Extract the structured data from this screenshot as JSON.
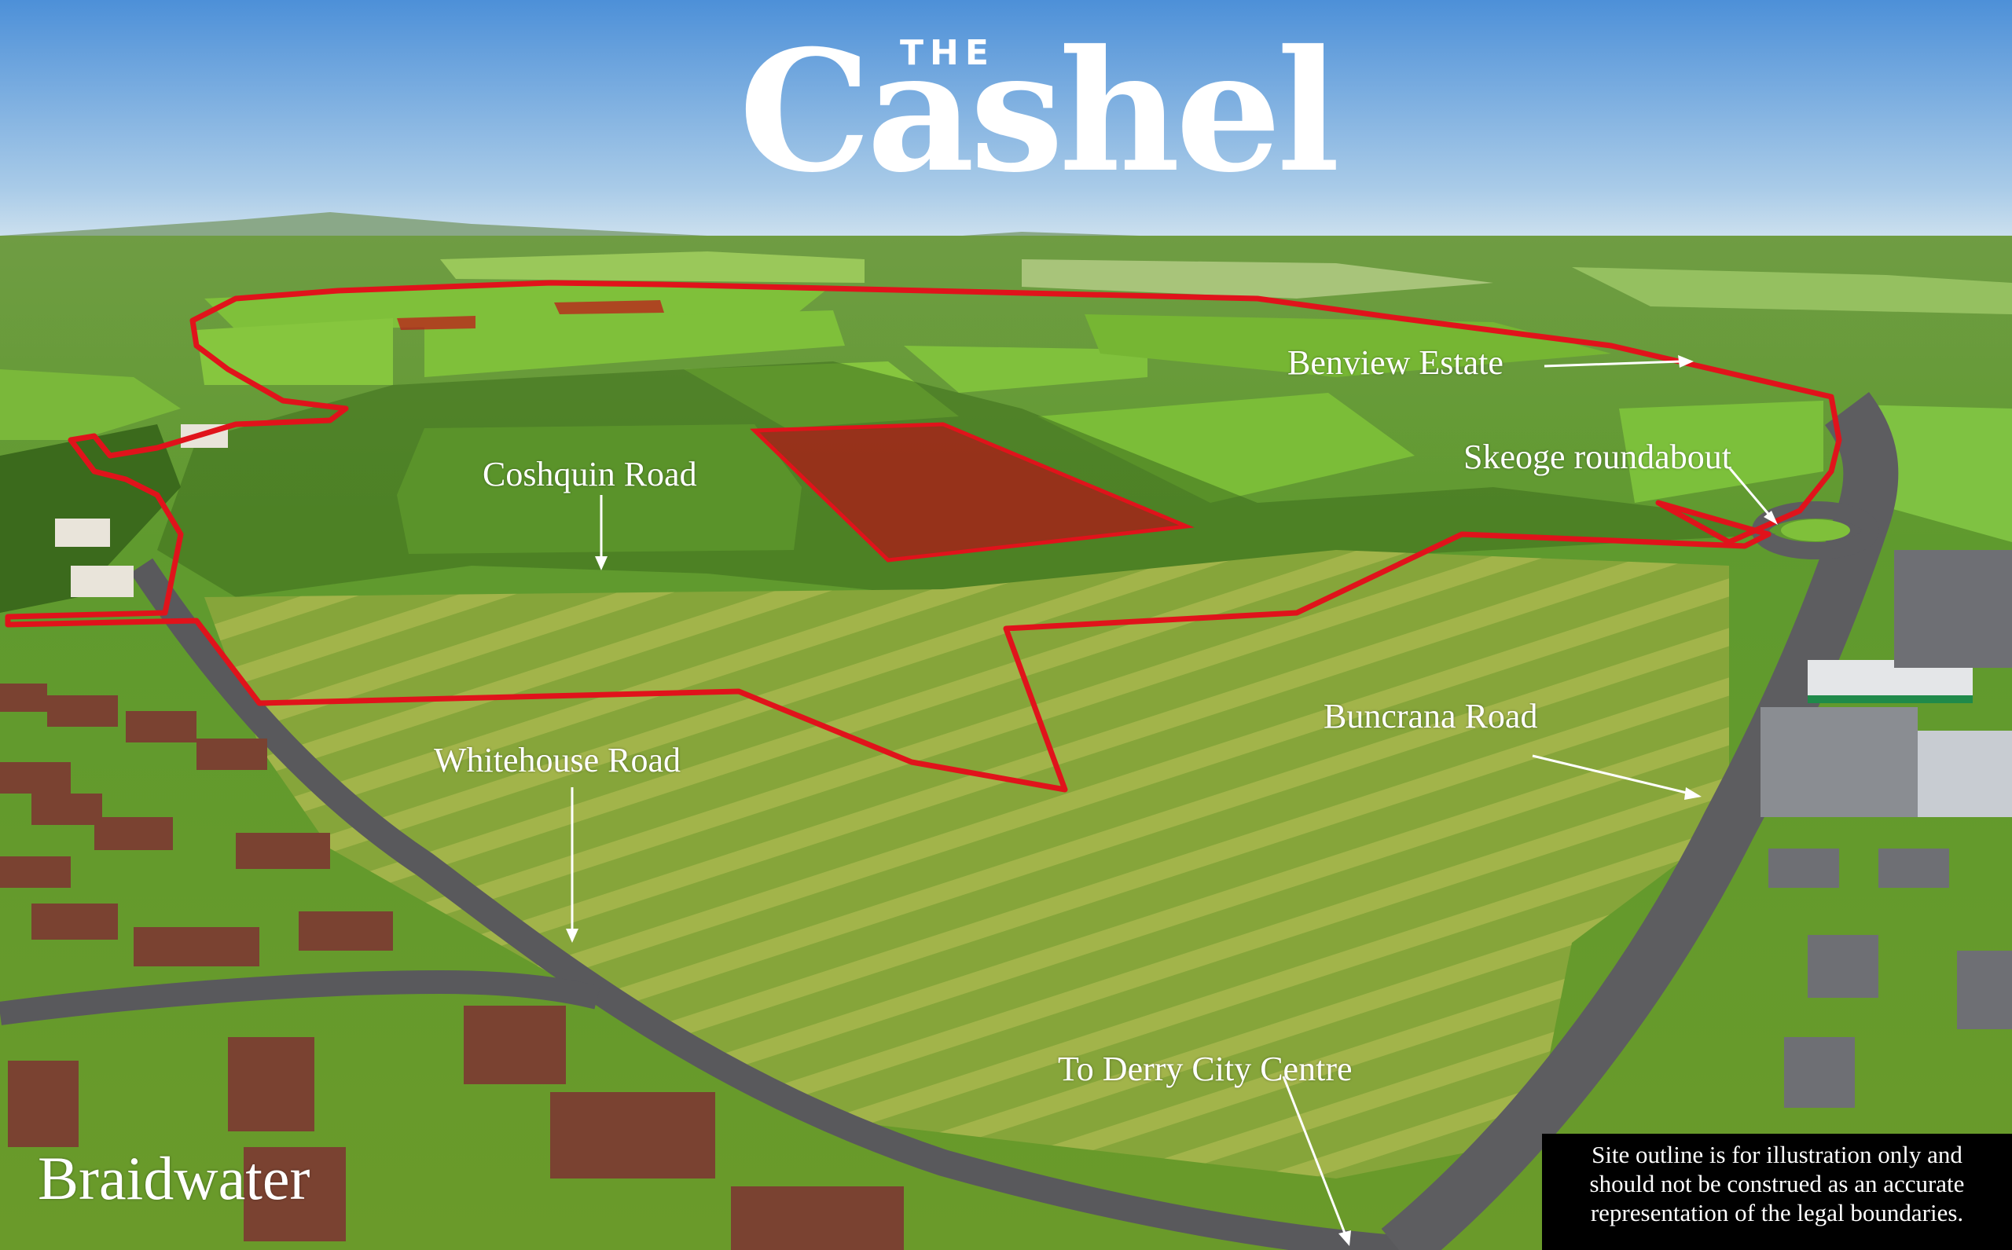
{
  "logo": {
    "the": "THE",
    "name": "Cashel"
  },
  "labels": {
    "benview_estate": "Benview Estate",
    "skeoge_roundabout": "Skeoge roundabout",
    "coshquin_road": "Coshquin Road",
    "whitehouse_road": "Whitehouse Road",
    "buncrana_road": "Buncrana Road",
    "to_derry_city_centre": "To Derry City Centre",
    "braidwater": "Braidwater"
  },
  "disclaimer": {
    "line1": "Site outline is for illustration only and",
    "line2": "should not be construed as an accurate",
    "line3": "representation of the legal boundaries."
  },
  "colors": {
    "site_outline": "#e0131b",
    "sky_top": "#4d90d8",
    "sky_horizon": "#d6e6f0",
    "field_light": "#7fc03a",
    "field_dark": "#4e8a22",
    "scrub": "#8ea23c",
    "road": "#59595c",
    "roof": "#7a4231"
  }
}
